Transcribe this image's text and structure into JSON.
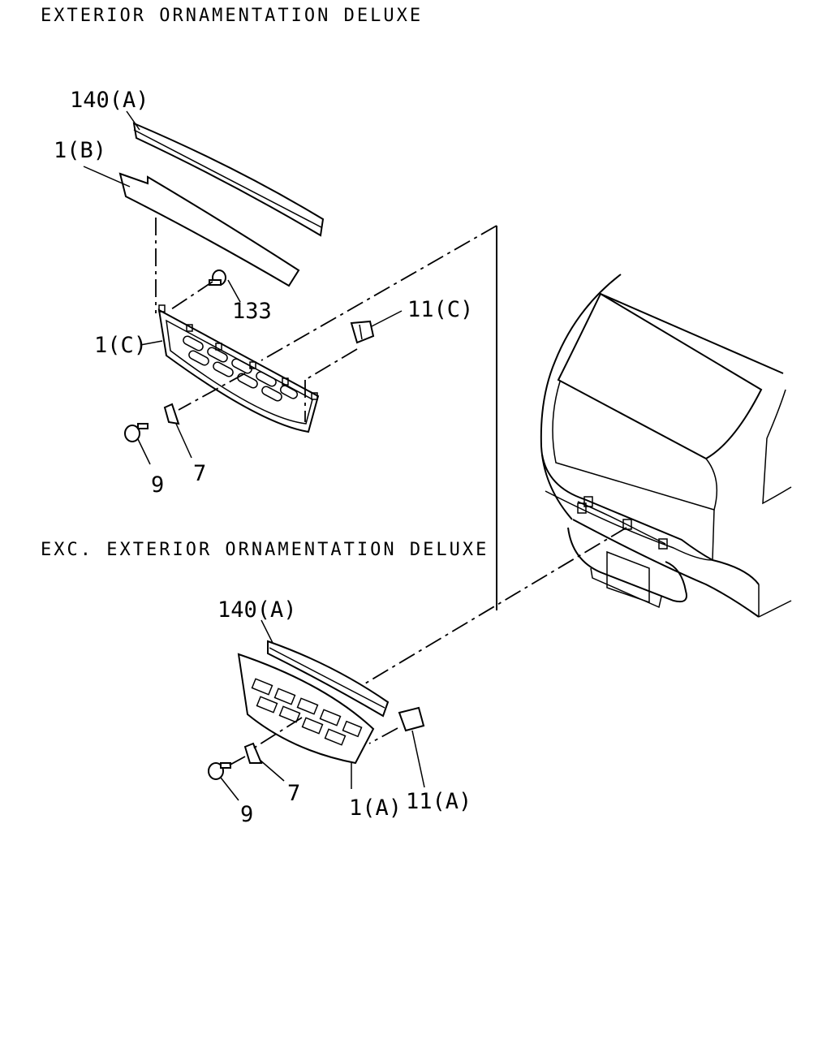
{
  "sections": {
    "deluxe_title": "EXTERIOR ORNAMENTATION DELUXE",
    "exc_title": "EXC. EXTERIOR ORNAMENTATION DELUXE"
  },
  "callouts": {
    "top_140a": "140(A)",
    "top_1b": "1(B)",
    "top_133": "133",
    "top_11c": "11(C)",
    "top_1c": "1(C)",
    "top_9": "9",
    "top_7": "7",
    "bot_140a": "140(A)",
    "bot_7": "7",
    "bot_9": "9",
    "bot_1a": "1(A)",
    "bot_11a": "11(A)"
  }
}
